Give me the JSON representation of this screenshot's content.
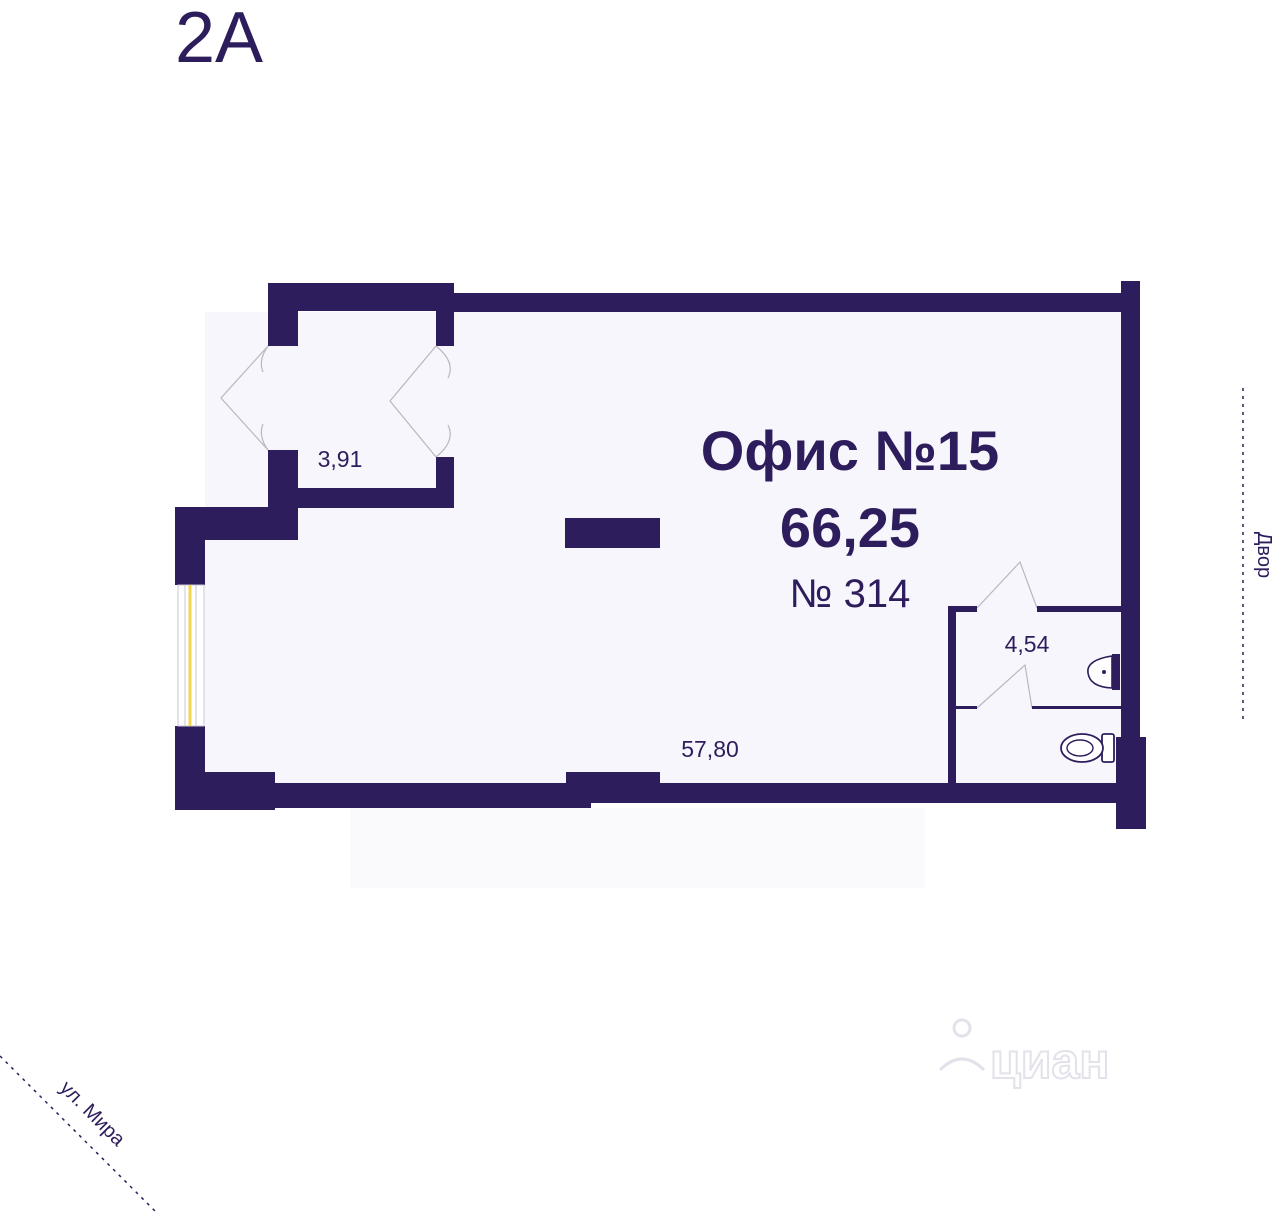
{
  "section_label": "2A",
  "office": {
    "title": "Офис №15",
    "total_area": "66,25",
    "number": "№ 314"
  },
  "rooms": {
    "vestibule_area": "3,91",
    "main_area": "57,80",
    "wc_area": "4,54"
  },
  "orientation": {
    "street": "ул. Мира",
    "yard": "Двор"
  },
  "watermark": "циан",
  "colors": {
    "wall": "#2e1d5c",
    "floor": "#f7f6fc",
    "window": "#f3d64e"
  }
}
